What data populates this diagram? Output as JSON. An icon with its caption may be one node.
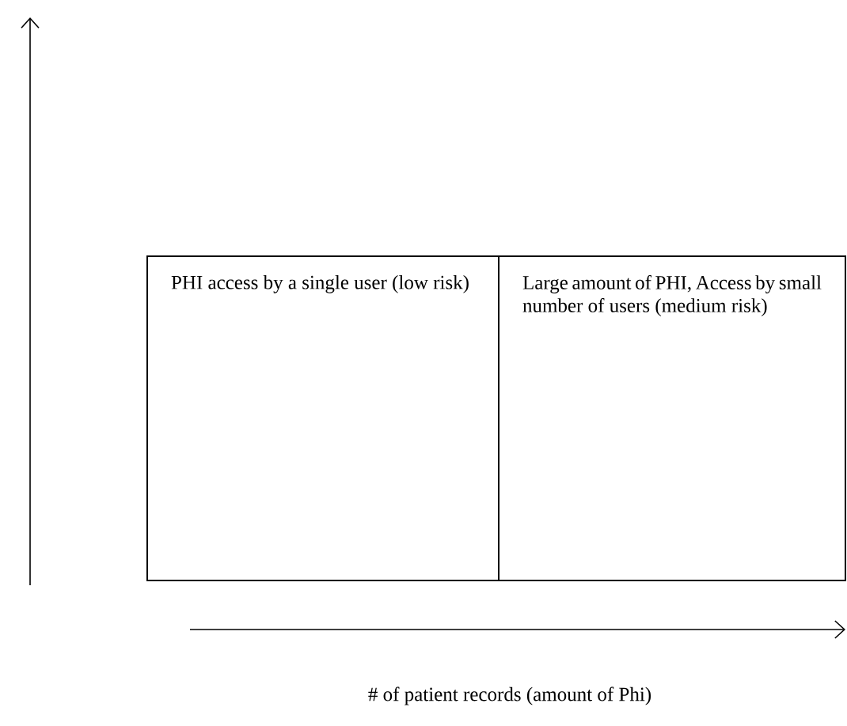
{
  "diagram": {
    "nodes": [
      {
        "text": [
          "PHI access by a single user (low risk)"
        ]
      },
      {
        "text": [
          "Large amount of PHI, Access by small number of users (medium risk)"
        ]
      }
    ],
    "labels": [
      "# of patient records (amount of Phi)"
    ]
  }
}
